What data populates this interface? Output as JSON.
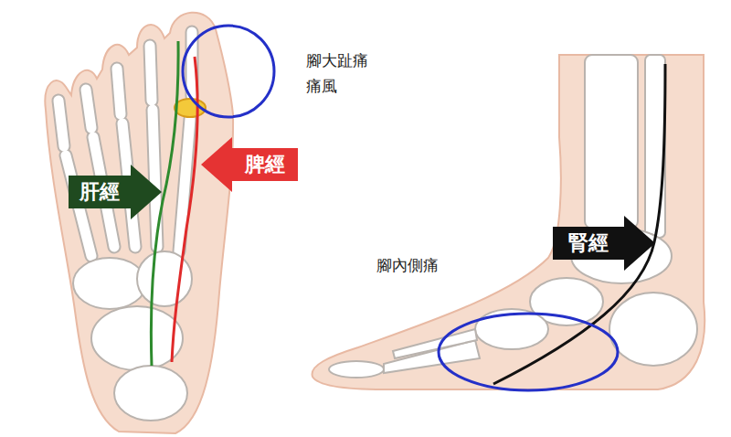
{
  "diagram": {
    "nodes": [
      {
        "text": [
          "肝經"
        ]
      },
      {
        "text": [
          "脾經"
        ]
      },
      {
        "text": [
          "腎經"
        ]
      }
    ],
    "labels": [
      "腳大趾痛",
      "痛風",
      "腳內側痛"
    ]
  }
}
